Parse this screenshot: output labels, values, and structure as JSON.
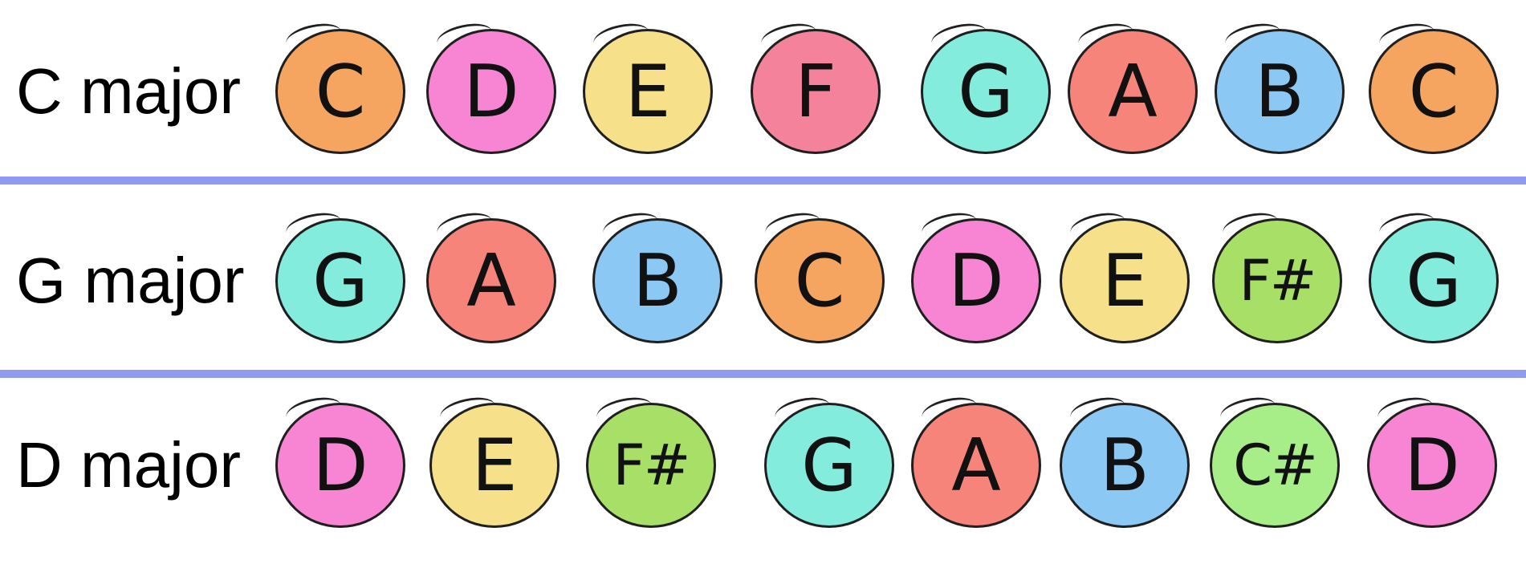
{
  "scales": [
    {
      "label": "C major",
      "notes": [
        {
          "name": "C",
          "color": "#f5a55f"
        },
        {
          "name": "D",
          "color": "#f785d4"
        },
        {
          "name": "E",
          "color": "#f6e08a"
        },
        {
          "name": "F",
          "color": "#f4829a"
        },
        {
          "name": "G",
          "color": "#84ecdc"
        },
        {
          "name": "A",
          "color": "#f6847a"
        },
        {
          "name": "B",
          "color": "#8cc8f4"
        },
        {
          "name": "C",
          "color": "#f5a55f"
        }
      ]
    },
    {
      "label": "G major",
      "notes": [
        {
          "name": "G",
          "color": "#84ecdc"
        },
        {
          "name": "A",
          "color": "#f6847a"
        },
        {
          "name": "B",
          "color": "#8cc8f4"
        },
        {
          "name": "C",
          "color": "#f5a55f"
        },
        {
          "name": "D",
          "color": "#f785d4"
        },
        {
          "name": "E",
          "color": "#f6e08a"
        },
        {
          "name": "F#",
          "color": "#a8df66"
        },
        {
          "name": "G",
          "color": "#84ecdc"
        }
      ]
    },
    {
      "label": "D major",
      "notes": [
        {
          "name": "D",
          "color": "#f785d4"
        },
        {
          "name": "E",
          "color": "#f6e08a"
        },
        {
          "name": "F#",
          "color": "#a8df66"
        },
        {
          "name": "G",
          "color": "#84ecdc"
        },
        {
          "name": "A",
          "color": "#f6847a"
        },
        {
          "name": "B",
          "color": "#8cc8f4"
        },
        {
          "name": "C#",
          "color": "#a8ee88"
        },
        {
          "name": "D",
          "color": "#f785d4"
        }
      ]
    }
  ],
  "divider_color": "#8f9bf0"
}
